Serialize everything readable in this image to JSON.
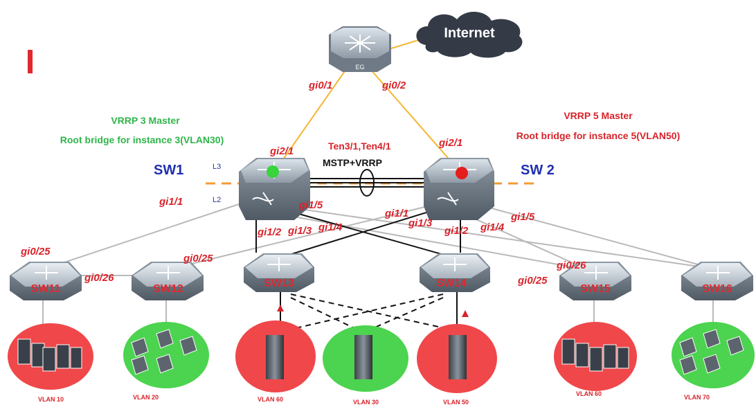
{
  "internet": "Internet",
  "egress": "EG",
  "sw1": "SW1",
  "sw2": "SW 2",
  "l3": "L3",
  "l2": "L2",
  "link_label": "Ten3/1,Ten4/1",
  "protocol": "MSTP+VRRP",
  "left_info": {
    "line1": "VRRP 3 Master",
    "line2": "Root bridge for instance 3(VLAN30)"
  },
  "right_info": {
    "line1": "VRRP 5 Master",
    "line2": "Root bridge for instance 5(VLAN50)"
  },
  "ports": {
    "eg_gi0_1": "gi0/1",
    "eg_gi0_2": "gi0/2",
    "sw1_gi2_1": "gi2/1",
    "sw2_gi2_1": "gi2/1",
    "sw1_gi1_1": "gi1/1",
    "sw1_gi1_5": "gi1/5",
    "sw1_gi1_2": "gi1/2",
    "sw1_gi1_3": "gi1/3",
    "sw1_gi1_4": "gi1/4",
    "sw2_gi1_1": "gi1/1",
    "sw2_gi1_3": "gi1/3",
    "sw2_gi1_2": "gi1/2",
    "sw2_gi1_4": "gi1/4",
    "sw2_gi1_5": "gi1/5",
    "sw11_gi0_25": "gi0/25",
    "sw11_gi0_26": "gi0/26",
    "sw12_gi0_25": "gi0/25",
    "sw15_gi0_26": "gi0/26",
    "sw15_gi0_25": "gi0/25"
  },
  "access_switches": [
    "SW11",
    "SW12",
    "SW13",
    "SW14",
    "SW15",
    "SW16"
  ],
  "vlans": [
    "VLAN 10",
    "VLAN 20",
    "VLAN 60",
    "VLAN 30",
    "VLAN 50",
    "VLAN 60",
    "VLAN 70"
  ],
  "colors": {
    "red_zone": "#f0474a",
    "green_zone": "#4cd34f",
    "uplink": "#f5b632",
    "accent_red": "#d8232a",
    "accent_blue": "#1f2fb0"
  },
  "icons": [
    "router-icon",
    "cloud-icon",
    "core-switch-icon",
    "access-switch-icon",
    "pc-icon",
    "laptop-icon",
    "server-icon"
  ]
}
